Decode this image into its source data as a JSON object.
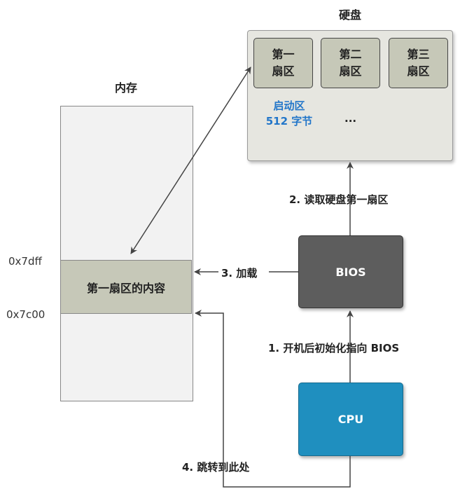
{
  "disk": {
    "title": "硬盘",
    "sectors": [
      {
        "line1": "第一",
        "line2": "扇区"
      },
      {
        "line1": "第二",
        "line2": "扇区"
      },
      {
        "line1": "第三",
        "line2": "扇区"
      }
    ],
    "boot_label_1": "启动区",
    "boot_label_2": "512 字节",
    "ellipsis": "..."
  },
  "memory": {
    "title": "内存",
    "sector_label": "第一扇区的内容",
    "addr_top": "0x7dff",
    "addr_bottom": "0x7c00"
  },
  "bios": {
    "label": "BIOS"
  },
  "cpu": {
    "label": "CPU"
  },
  "steps": {
    "step1": "1. 开机后初始化指向 BIOS",
    "step2": "2. 读取硬盘第一扇区",
    "step3": "3. 加载",
    "step4": "4. 跳转到此处"
  }
}
